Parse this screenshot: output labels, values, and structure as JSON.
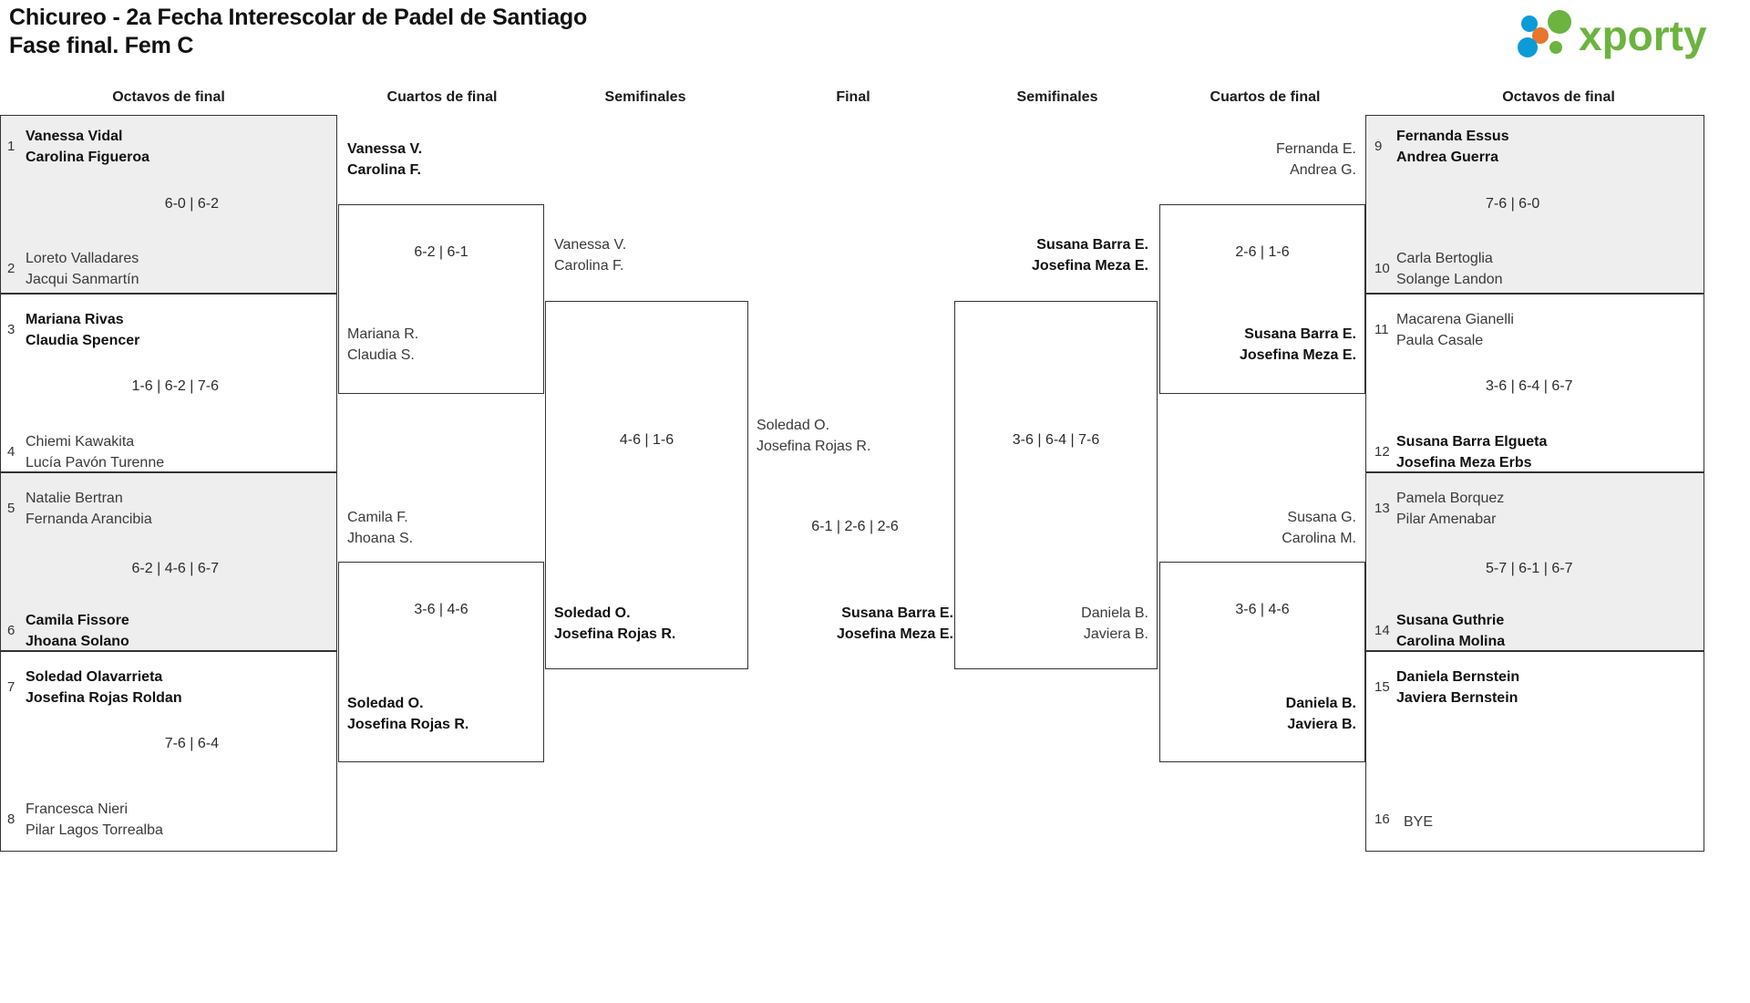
{
  "header": {
    "title_line1": "Chicureo - 2a Fecha Interescolar de Padel de Santiago",
    "title_line2": "Fase final. Fem C",
    "logo_text": "xporty",
    "logo_colors": {
      "green": "#6cb33f",
      "blue": "#0b9bd7",
      "orange": "#e8762c"
    }
  },
  "column_headers": [
    {
      "label": "Octavos de final",
      "side": "left"
    },
    {
      "label": "Cuartos de final",
      "side": "left"
    },
    {
      "label": "Semifinales",
      "side": "left"
    },
    {
      "label": "Final",
      "side": "center"
    },
    {
      "label": "Semifinales",
      "side": "right"
    },
    {
      "label": "Cuartos de final",
      "side": "right"
    },
    {
      "label": "Octavos de final",
      "side": "right"
    }
  ],
  "left": {
    "r16": [
      {
        "shaded": true,
        "seed_top": "1",
        "top_l1": "Vanessa Vidal",
        "top_l2": "Carolina Figueroa",
        "top_winner": true,
        "score": "6-0 | 6-2",
        "seed_bot": "2",
        "bot_l1": "Loreto Valladares",
        "bot_l2": "Jacqui Sanmartín",
        "bot_winner": false
      },
      {
        "shaded": false,
        "seed_top": "3",
        "top_l1": "Mariana Rivas",
        "top_l2": "Claudia Spencer",
        "top_winner": true,
        "score": "1-6 | 6-2 | 7-6",
        "seed_bot": "4",
        "bot_l1": "Chiemi Kawakita",
        "bot_l2": "Lucía Pavón Turenne",
        "bot_winner": false
      },
      {
        "shaded": true,
        "seed_top": "5",
        "top_l1": "Natalie Bertran",
        "top_l2": "Fernanda Arancibia",
        "top_winner": false,
        "score": "6-2 | 4-6 | 6-7",
        "seed_bot": "6",
        "bot_l1": "Camila Fissore",
        "bot_l2": "Jhoana Solano",
        "bot_winner": true
      },
      {
        "shaded": false,
        "seed_top": "7",
        "top_l1": "Soledad Olavarrieta",
        "top_l2": "Josefina Rojas Roldan",
        "top_winner": true,
        "score": "7-6 | 6-4",
        "seed_bot": "8",
        "bot_l1": "Francesca Nieri",
        "bot_l2": "Pilar Lagos Torrealba",
        "bot_winner": false
      }
    ],
    "qf": [
      {
        "top_l1": "Vanessa V.",
        "top_l2": "Carolina F.",
        "top_winner": true,
        "score": "6-2 | 6-1",
        "bot_l1": "Mariana R.",
        "bot_l2": "Claudia S.",
        "bot_winner": false
      },
      {
        "top_l1": "Camila F.",
        "top_l2": "Jhoana S.",
        "top_winner": false,
        "score": "3-6 | 4-6",
        "bot_l1": "Soledad O.",
        "bot_l2": "Josefina Rojas R.",
        "bot_winner": true
      }
    ],
    "sf": [
      {
        "top_l1": "Vanessa V.",
        "top_l2": "Carolina F.",
        "top_winner": false,
        "score": "4-6 | 1-6",
        "bot_l1": "Soledad O.",
        "bot_l2": "Josefina Rojas R.",
        "bot_winner": true
      }
    ]
  },
  "final": {
    "top_l1": "Soledad O.",
    "top_l2": "Josefina Rojas R.",
    "top_winner": false,
    "score": "6-1 | 2-6 | 2-6",
    "bot_l1": "Susana Barra E.",
    "bot_l2": "Josefina Meza E.",
    "bot_winner": true
  },
  "right": {
    "r16": [
      {
        "shaded": true,
        "seed_top": "9",
        "top_l1": "Fernanda Essus",
        "top_l2": "Andrea Guerra",
        "top_winner": true,
        "score": "7-6 | 6-0",
        "seed_bot": "10",
        "bot_l1": "Carla Bertoglia",
        "bot_l2": "Solange Landon",
        "bot_winner": false
      },
      {
        "shaded": false,
        "seed_top": "11",
        "top_l1": "Macarena Gianelli",
        "top_l2": "Paula Casale",
        "top_winner": false,
        "score": "3-6 | 6-4 | 6-7",
        "seed_bot": "12",
        "bot_l1": "Susana Barra Elgueta",
        "bot_l2": "Josefina Meza Erbs",
        "bot_winner": true
      },
      {
        "shaded": true,
        "seed_top": "13",
        "top_l1": "Pamela Borquez",
        "top_l2": "Pilar Amenabar",
        "top_winner": false,
        "score": "5-7 | 6-1 | 6-7",
        "seed_bot": "14",
        "bot_l1": "Susana Guthrie",
        "bot_l2": "Carolina Molina",
        "bot_winner": true
      },
      {
        "shaded": false,
        "seed_top": "15",
        "top_l1": "Daniela Bernstein",
        "top_l2": "Javiera Bernstein",
        "top_winner": true,
        "score": "",
        "seed_bot": "16",
        "bot_l1": "BYE",
        "bot_l2": "",
        "bot_winner": false
      }
    ],
    "qf": [
      {
        "top_l1": "Fernanda E.",
        "top_l2": "Andrea G.",
        "top_winner": false,
        "score": "2-6 | 1-6",
        "bot_l1": "Susana Barra E.",
        "bot_l2": "Josefina Meza E.",
        "bot_winner": true
      },
      {
        "top_l1": "Susana G.",
        "top_l2": "Carolina M.",
        "top_winner": false,
        "score": "3-6 | 4-6",
        "bot_l1": "Daniela B.",
        "bot_l2": "Javiera B.",
        "bot_winner": true
      }
    ],
    "sf": [
      {
        "top_l1": "Susana Barra E.",
        "top_l2": "Josefina Meza E.",
        "top_winner": true,
        "score": "3-6 | 6-4 | 7-6",
        "bot_l1": "Daniela B.",
        "bot_l2": "Javiera B.",
        "bot_winner": false
      }
    ]
  }
}
